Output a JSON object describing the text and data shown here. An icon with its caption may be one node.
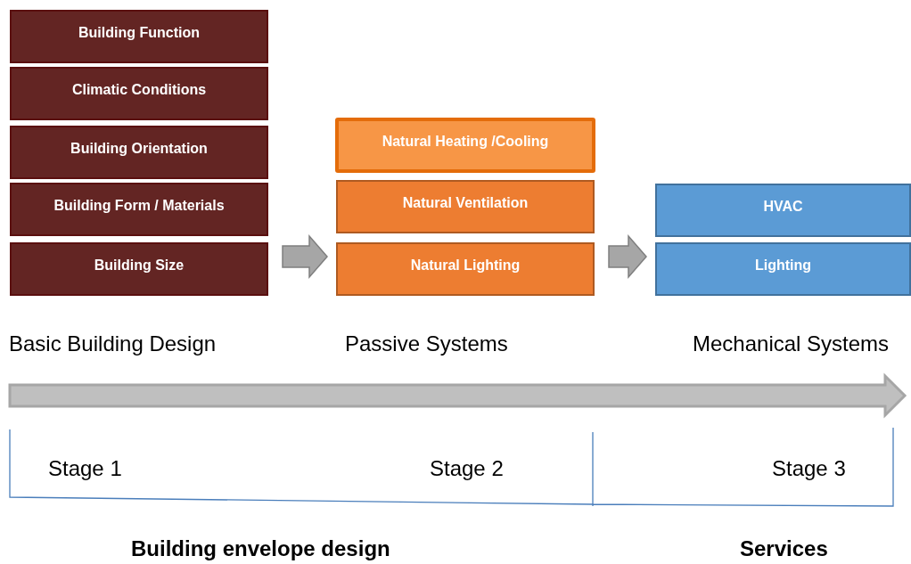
{
  "diagram": {
    "nodes": [
      {
        "text": [
          "Building Function"
        ]
      },
      {
        "text": [
          "Climatic Conditions"
        ]
      },
      {
        "text": [
          "Building Orientation"
        ]
      },
      {
        "text": [
          "Building Form / Materials"
        ]
      },
      {
        "text": [
          "Building Size"
        ]
      },
      {
        "text": [
          "Natural Heating /Cooling"
        ]
      },
      {
        "text": [
          "Natural Ventilation"
        ]
      },
      {
        "text": [
          "Natural Lighting"
        ]
      },
      {
        "text": [
          "HVAC"
        ]
      },
      {
        "text": [
          "Lighting"
        ]
      }
    ],
    "edges": [
      {
        "from": 4,
        "to": 7,
        "arrow": "to"
      },
      {
        "from": 7,
        "to": 9,
        "arrow": "to"
      }
    ],
    "labels": [
      "Basic Building Design",
      "Passive Systems",
      "Mechanical Systems",
      "Stage 1",
      "Stage 2",
      "Stage 3",
      "Building envelope design",
      "Services"
    ]
  }
}
